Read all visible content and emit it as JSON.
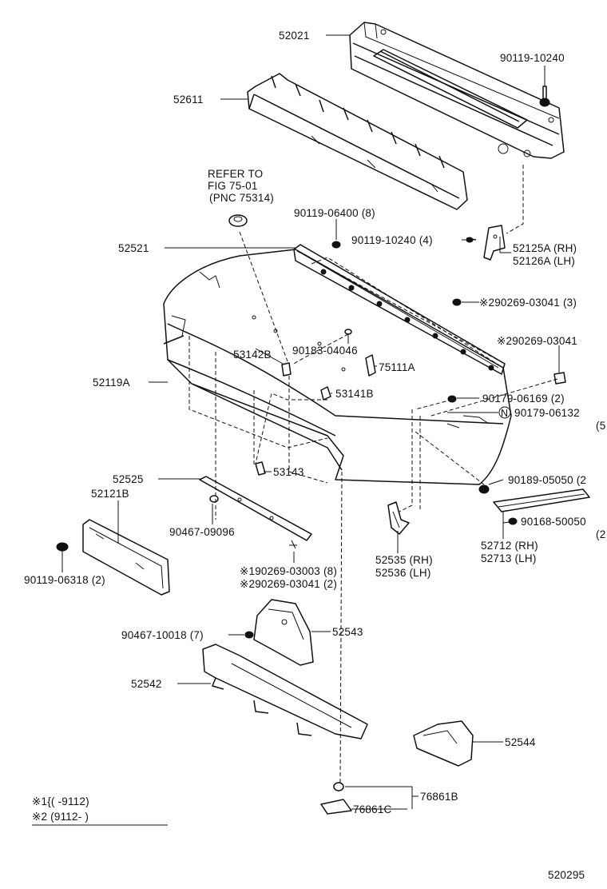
{
  "refer_note": {
    "line1": "REFER TO",
    "line2": "FIG 75-01",
    "line3": "(PNC 75314)"
  },
  "labels": {
    "p52021": "52021",
    "p90119_10240_top": "90119-10240",
    "p52611": "52611",
    "p90119_06400": "90119-06400 (8)",
    "p52521": "52521",
    "p90119_10240_4": "90119-10240 (4)",
    "p52125A": "52125A (RH)",
    "p52126A": "52126A (LH)",
    "p290269_03041_3": "※290269-03041 (3)",
    "p290269_03041_r": "※290269-03041",
    "p53142B": "53142B",
    "p90183_04046": "90183-04046",
    "p75111A": "75111A",
    "p52119A": "52119A",
    "p53141B": "53141B",
    "p90179_06169": "90179-06169 (2)",
    "p90179_06132": "90179-06132",
    "p52cut1": "(5",
    "p53143": "53143",
    "p90189_05050": "90189-05050 (2",
    "p52525": "52525",
    "p52121B": "52121B",
    "p90168_5005": "90168-50050",
    "p52cut2": "(2",
    "p90467_09096": "90467-09096",
    "p52712": "52712 (RH)",
    "p52713": "52713 (LH)",
    "p52535": "52535 (RH)",
    "p52536": "52536 (LH)",
    "p90119_06318": "90119-06318 (2)",
    "p190269_03003": "※190269-03003 (8)",
    "p290269_03041_2": "※290269-03041 (2)",
    "p90467_10018": "90467-10018 (7)",
    "p52543": "52543",
    "p52542": "52542",
    "p52544": "52544",
    "p76861B": "76861B",
    "p76861C": "76861C"
  },
  "legend": {
    "row1": "※1{(      -9112)",
    "row2": "※2 (9112-         )"
  },
  "diagram_id": "520295",
  "n_marker": "N"
}
